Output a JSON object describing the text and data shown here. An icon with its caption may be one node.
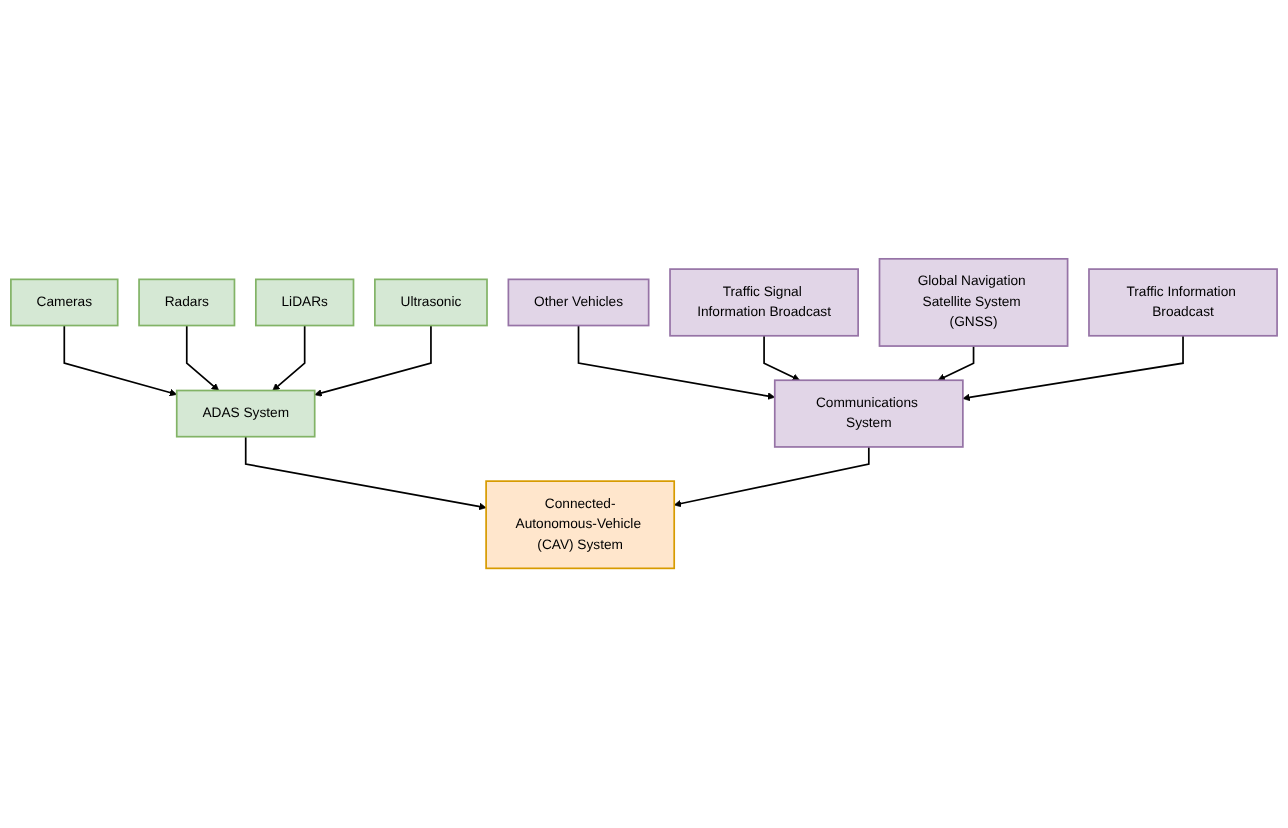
{
  "diagram": {
    "nodes": [
      {
        "text": [
          "Cameras"
        ]
      },
      {
        "text": [
          "Radars"
        ]
      },
      {
        "text": [
          "LiDARs"
        ]
      },
      {
        "text": [
          "Ultrasonic"
        ]
      },
      {
        "text": [
          "ADAS System"
        ]
      },
      {
        "text": [
          "Other Vehicles"
        ]
      },
      {
        "text": [
          "Traffic Signal Information Broadcast"
        ]
      },
      {
        "text": [
          "Global Navigation Satellite System (GNSS)"
        ]
      },
      {
        "text": [
          "Traffic Information Broadcast"
        ]
      },
      {
        "text": [
          "Communications System"
        ]
      },
      {
        "text": [
          "Connected-Autonomous-Vehicle (CAV) System"
        ]
      }
    ],
    "edges": [
      {
        "from": 0,
        "to": 4,
        "arrow": "to"
      },
      {
        "from": 1,
        "to": 4,
        "arrow": "to"
      },
      {
        "from": 2,
        "to": 4,
        "arrow": "to"
      },
      {
        "from": 3,
        "to": 4,
        "arrow": "to"
      },
      {
        "from": 5,
        "to": 9,
        "arrow": "to"
      },
      {
        "from": 6,
        "to": 9,
        "arrow": "to"
      },
      {
        "from": 7,
        "to": 9,
        "arrow": "to"
      },
      {
        "from": 8,
        "to": 9,
        "arrow": "to"
      },
      {
        "from": 4,
        "to": 10,
        "arrow": "to"
      },
      {
        "from": 9,
        "to": 10,
        "arrow": "to"
      }
    ]
  }
}
